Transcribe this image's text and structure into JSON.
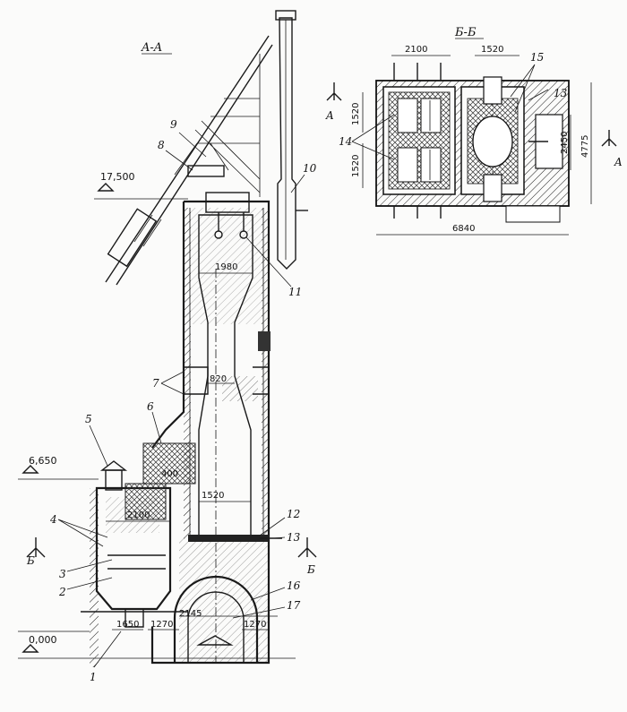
{
  "sections": {
    "aa": "A-A",
    "bb": "Б-Б",
    "cut_a": "A",
    "cut_b": "Б"
  },
  "elevations": [
    "17,500",
    "6,650",
    "0,000"
  ],
  "dimensions": {
    "main": [
      "1980",
      "820",
      "1520",
      "2100",
      "1650",
      "1270",
      "2145",
      "1270",
      "400"
    ],
    "plan": [
      "2100",
      "1520",
      "1520",
      "1520",
      "2450",
      "4775",
      "6840"
    ]
  },
  "callouts": [
    "1",
    "2",
    "3",
    "4",
    "5",
    "6",
    "7",
    "8",
    "9",
    "10",
    "11",
    "12",
    "13",
    "14",
    "15",
    "16",
    "17"
  ],
  "plan_callouts": [
    "13",
    "14",
    "15"
  ]
}
